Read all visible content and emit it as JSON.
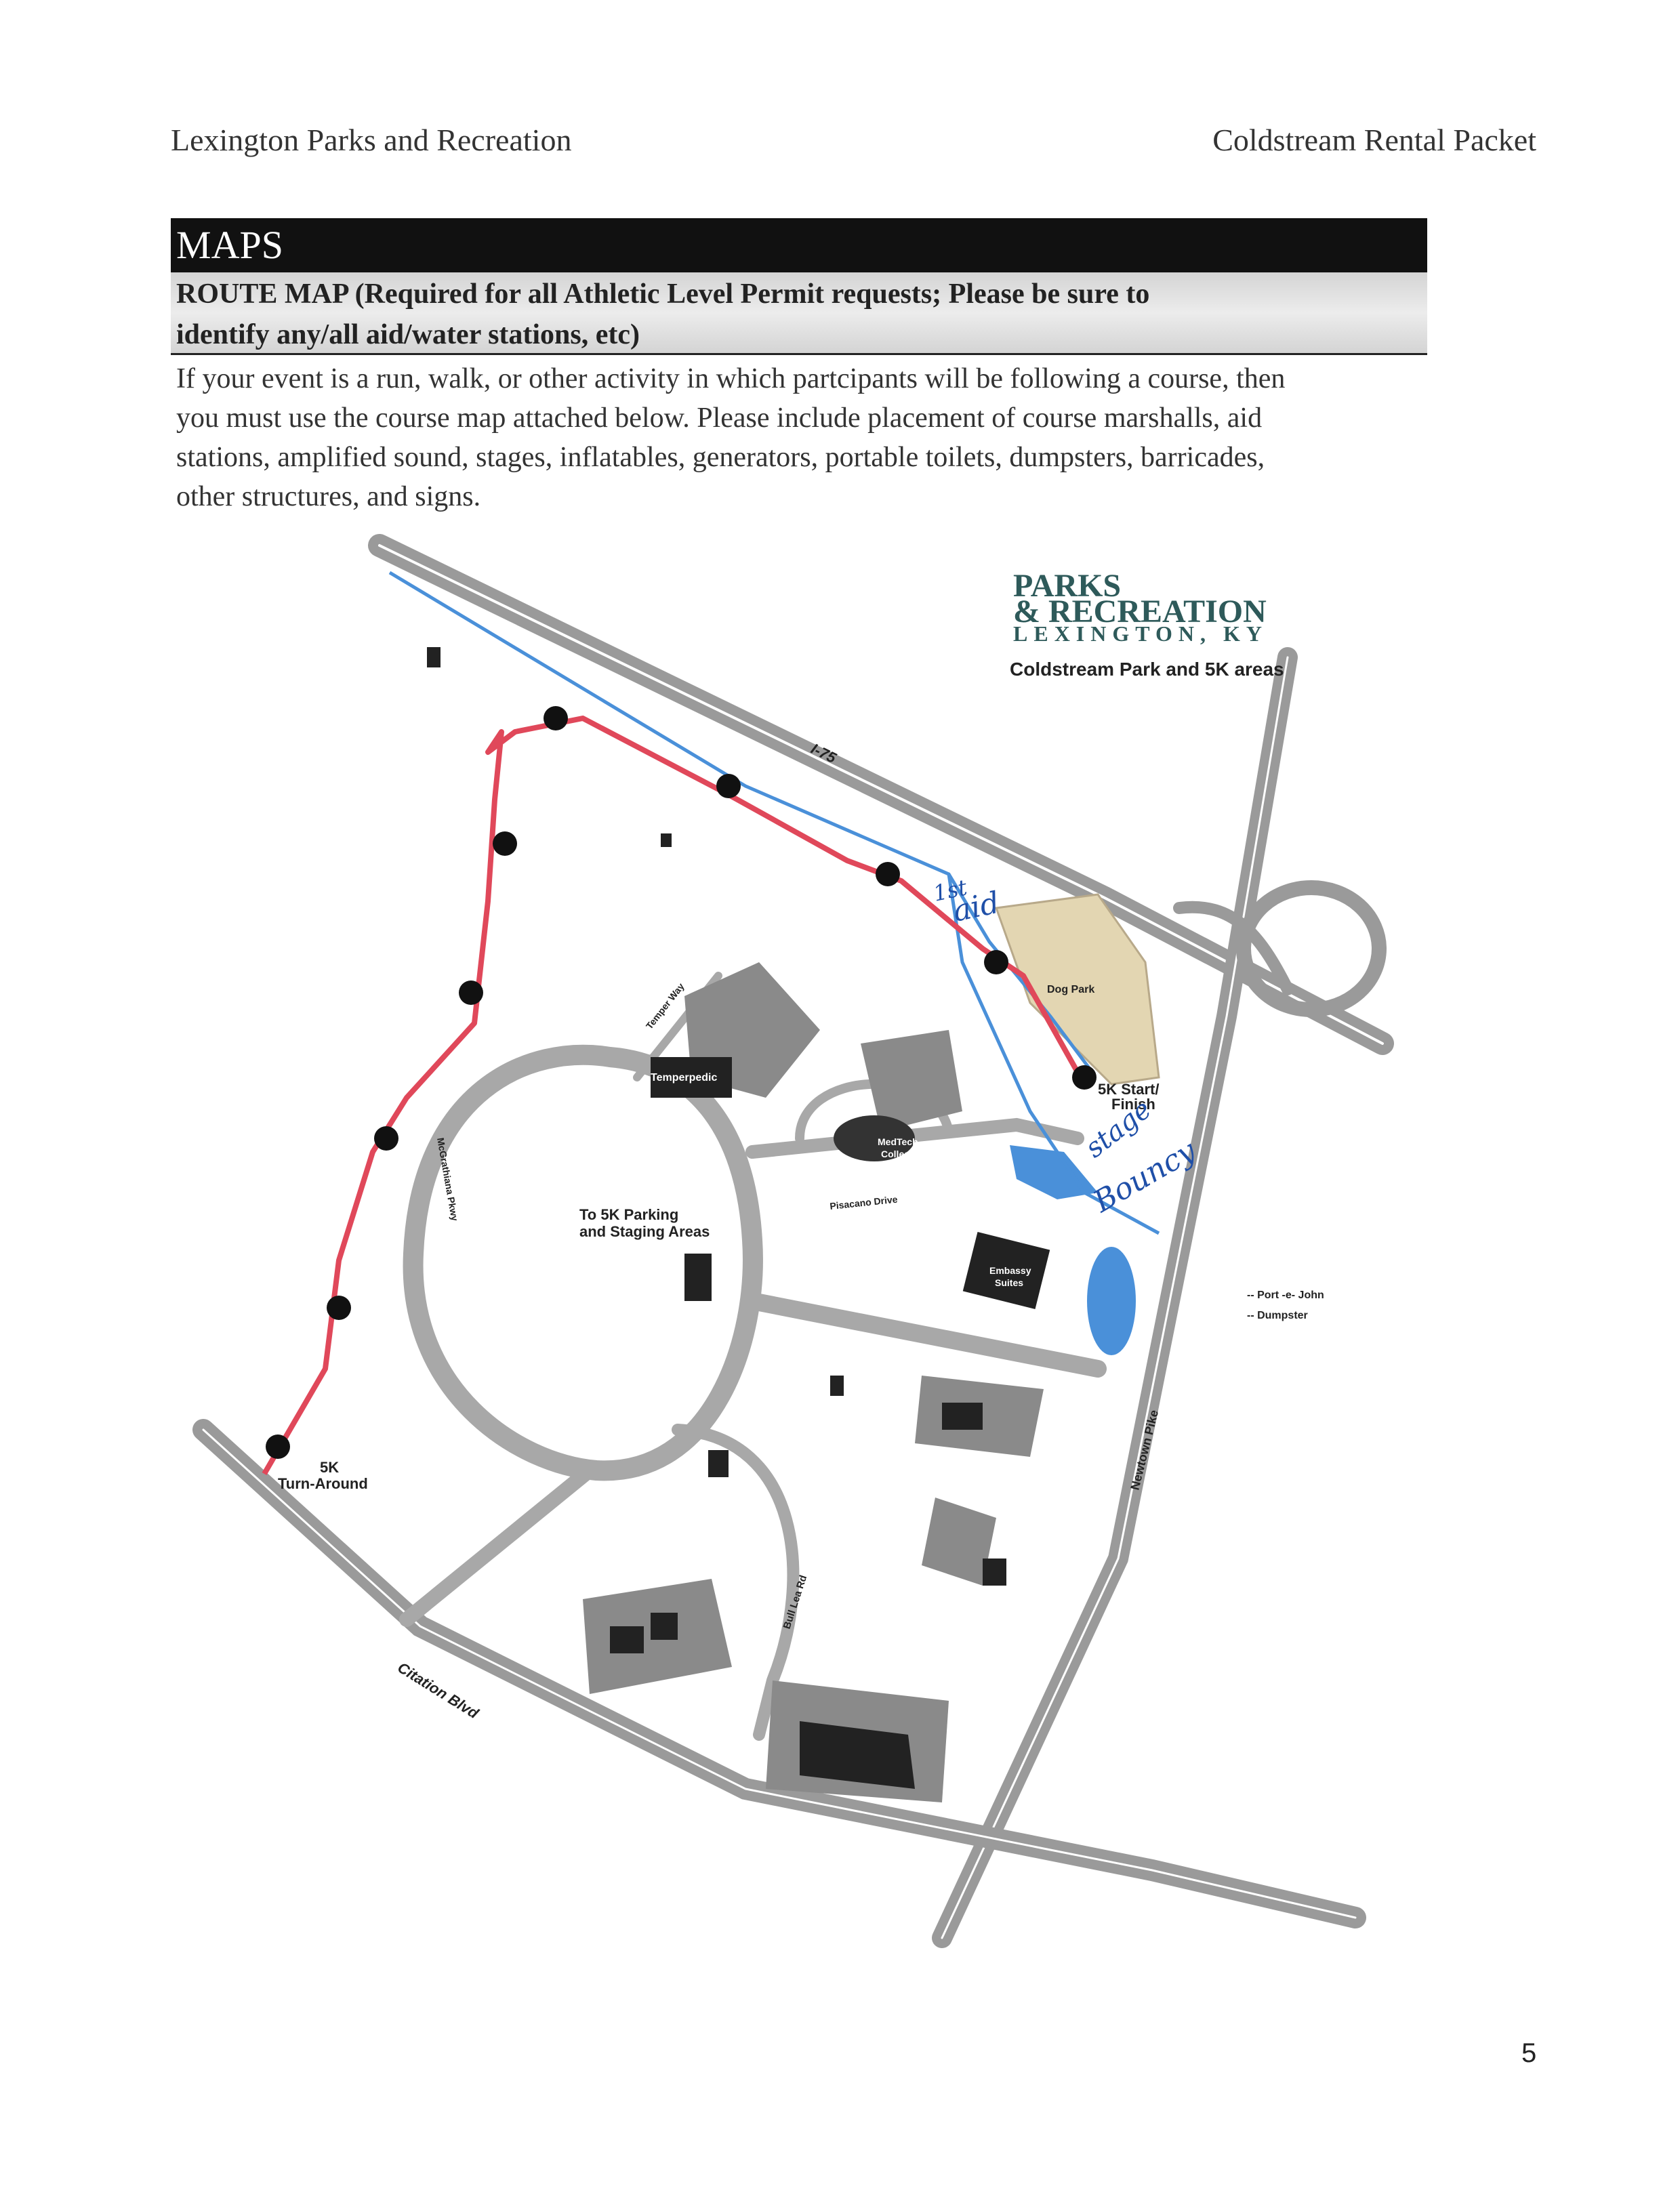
{
  "header": {
    "left": "Lexington Parks and Recreation",
    "right": "Coldstream Rental Packet"
  },
  "section": {
    "title": "MAPS",
    "route_title_line1": "ROUTE MAP (Required for all Athletic Level Permit requests; Please be sure to",
    "route_title_line2": "identify any/all aid/water stations, etc)",
    "instructions": [
      "If your event is a run, walk, or other activity in which partcipants will be following a course, then",
      "you must use the course map attached below.  Please include placement of course marshalls, aid",
      "stations, amplified sound, stages, inflatables, generators, portable toilets, dumpsters, barricades,",
      "other structures, and signs."
    ]
  },
  "map": {
    "logo_line1": "PARKS",
    "logo_line2": "& RECREATION",
    "logo_line3": "LEXINGTON, KY",
    "subtitle": "Coldstream Park and 5K areas",
    "labels": {
      "i75": "I-75",
      "temper_way": "Temper Way",
      "temperpedic": "Temperpedic",
      "medtech_line1": "MedTech",
      "medtech_line2": "College",
      "dog_park": "Dog Park",
      "start_line1": "5K Start/",
      "start_line2": "Finish",
      "mcgrathiana": "McGrathiana Pkwy",
      "pisacano": "Pisacano Drive",
      "parking_line1": "To 5K Parking",
      "parking_line2": "and Staging Areas",
      "embassy_line1": "Embassy",
      "embassy_line2": "Suites",
      "newtown": "Newtown Pike",
      "turnaround_line1": "5K",
      "turnaround_line2": "Turn-Around",
      "bull_lea": "Bull Lea Rd",
      "citation": "Citation Blvd",
      "legend_1": "-- Port -e- John",
      "legend_2": "-- Dumpster"
    },
    "handwritten": {
      "aid_1": "1st",
      "aid_2": "aid",
      "stage": "stage",
      "bouncy": "Bouncy"
    },
    "colors": {
      "road": "#9a9a9a",
      "route": "#e0485a",
      "water": "#4a90d9",
      "dog_park": "#e3d6b2",
      "logo": "#2e5a5a",
      "building": "#222222"
    }
  },
  "page_number": "5"
}
